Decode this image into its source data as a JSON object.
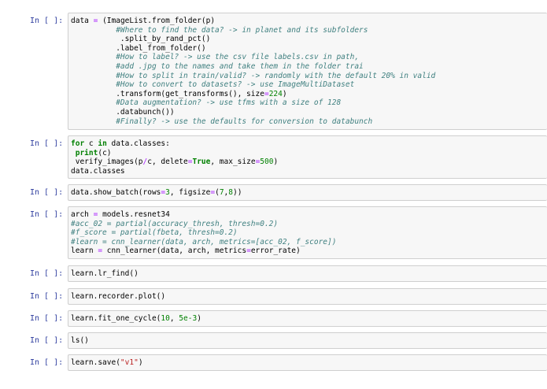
{
  "prompts": [
    "In [ ]:",
    "In [ ]:",
    "In [ ]:",
    "In [ ]:",
    "In [ ]:",
    "In [ ]:",
    "In [ ]:",
    "In [ ]:",
    "In [ ]:"
  ],
  "cells": [
    {
      "lines": [
        [
          {
            "t": "data ",
            "c": ""
          },
          {
            "t": "=",
            "c": "op"
          },
          {
            "t": " (ImageList.from_folder(p)",
            "c": ""
          }
        ],
        [
          {
            "t": "          #Where to find the data? -> in planet and its subfolders",
            "c": "cm"
          }
        ],
        [
          {
            "t": "           .split_by_rand_pct()",
            "c": ""
          }
        ],
        [
          {
            "t": "          .label_from_folder()",
            "c": ""
          }
        ],
        [
          {
            "t": "          #How to label? -> use the csv file labels.csv in path,",
            "c": "cm"
          }
        ],
        [
          {
            "t": "          #add .jpg to the names and take them in the folder trai",
            "c": "cm"
          }
        ],
        [
          {
            "t": "          #How to split in train/valid? -> randomly with the default 20% in valid",
            "c": "cm"
          }
        ],
        [
          {
            "t": "          #How to convert to datasets? -> use ImageMultiDataset",
            "c": "cm"
          }
        ],
        [
          {
            "t": "          .transform(get_transforms(), size",
            "c": ""
          },
          {
            "t": "=",
            "c": "op"
          },
          {
            "t": "224",
            "c": "num"
          },
          {
            "t": ")",
            "c": ""
          }
        ],
        [
          {
            "t": "          #Data augmentation? -> use tfms with a size of 128",
            "c": "cm"
          }
        ],
        [
          {
            "t": "          .databunch())",
            "c": ""
          }
        ],
        [
          {
            "t": "          #Finally? -> use the defaults for conversion to databunch",
            "c": "cm"
          }
        ]
      ]
    },
    {
      "lines": [
        [
          {
            "t": "for",
            "c": "kw"
          },
          {
            "t": " c ",
            "c": ""
          },
          {
            "t": "in",
            "c": "kw"
          },
          {
            "t": " data.classes:",
            "c": ""
          }
        ],
        [
          {
            "t": " ",
            "c": ""
          },
          {
            "t": "print",
            "c": "kw"
          },
          {
            "t": "(c)",
            "c": ""
          }
        ],
        [
          {
            "t": " verify_images(p",
            "c": ""
          },
          {
            "t": "/",
            "c": "op"
          },
          {
            "t": "c, delete",
            "c": ""
          },
          {
            "t": "=",
            "c": "op"
          },
          {
            "t": "True",
            "c": "kw"
          },
          {
            "t": ", max_size",
            "c": ""
          },
          {
            "t": "=",
            "c": "op"
          },
          {
            "t": "500",
            "c": "num"
          },
          {
            "t": ")",
            "c": ""
          }
        ],
        [
          {
            "t": "data.classes",
            "c": ""
          }
        ]
      ]
    },
    {
      "lines": [
        [
          {
            "t": "data.show_batch(rows",
            "c": ""
          },
          {
            "t": "=",
            "c": "op"
          },
          {
            "t": "3",
            "c": "num"
          },
          {
            "t": ", figsize",
            "c": ""
          },
          {
            "t": "=",
            "c": "op"
          },
          {
            "t": "(",
            "c": ""
          },
          {
            "t": "7",
            "c": "num"
          },
          {
            "t": ",",
            "c": ""
          },
          {
            "t": "8",
            "c": "num"
          },
          {
            "t": "))",
            "c": ""
          }
        ]
      ]
    },
    {
      "lines": [
        [
          {
            "t": "arch ",
            "c": ""
          },
          {
            "t": "=",
            "c": "op"
          },
          {
            "t": " models.resnet34",
            "c": ""
          }
        ],
        [
          {
            "t": "#acc_02 = partial(accuracy_thresh, thresh=0.2)",
            "c": "cm"
          }
        ],
        [
          {
            "t": "#f_score = partial(fbeta, thresh=0.2)",
            "c": "cm"
          }
        ],
        [
          {
            "t": "#learn = cnn_learner(data, arch, metrics=[acc_02, f_score])",
            "c": "cm"
          }
        ],
        [
          {
            "t": "learn ",
            "c": ""
          },
          {
            "t": "=",
            "c": "op"
          },
          {
            "t": " cnn_learner(data, arch, metrics",
            "c": ""
          },
          {
            "t": "=",
            "c": "op"
          },
          {
            "t": "error_rate)",
            "c": ""
          }
        ]
      ]
    },
    {
      "lines": [
        [
          {
            "t": "learn.lr_find()",
            "c": ""
          }
        ]
      ]
    },
    {
      "lines": [
        [
          {
            "t": "learn.recorder.plot()",
            "c": ""
          }
        ]
      ]
    },
    {
      "lines": [
        [
          {
            "t": "learn.fit_one_cycle(",
            "c": ""
          },
          {
            "t": "10",
            "c": "num"
          },
          {
            "t": ", ",
            "c": ""
          },
          {
            "t": "5e-3",
            "c": "num"
          },
          {
            "t": ")",
            "c": ""
          }
        ]
      ]
    },
    {
      "lines": [
        [
          {
            "t": "ls()",
            "c": ""
          }
        ]
      ]
    },
    {
      "lines": [
        [
          {
            "t": "learn.save(",
            "c": ""
          },
          {
            "t": "\"v1\"",
            "c": "str"
          },
          {
            "t": ")",
            "c": ""
          }
        ]
      ]
    }
  ]
}
